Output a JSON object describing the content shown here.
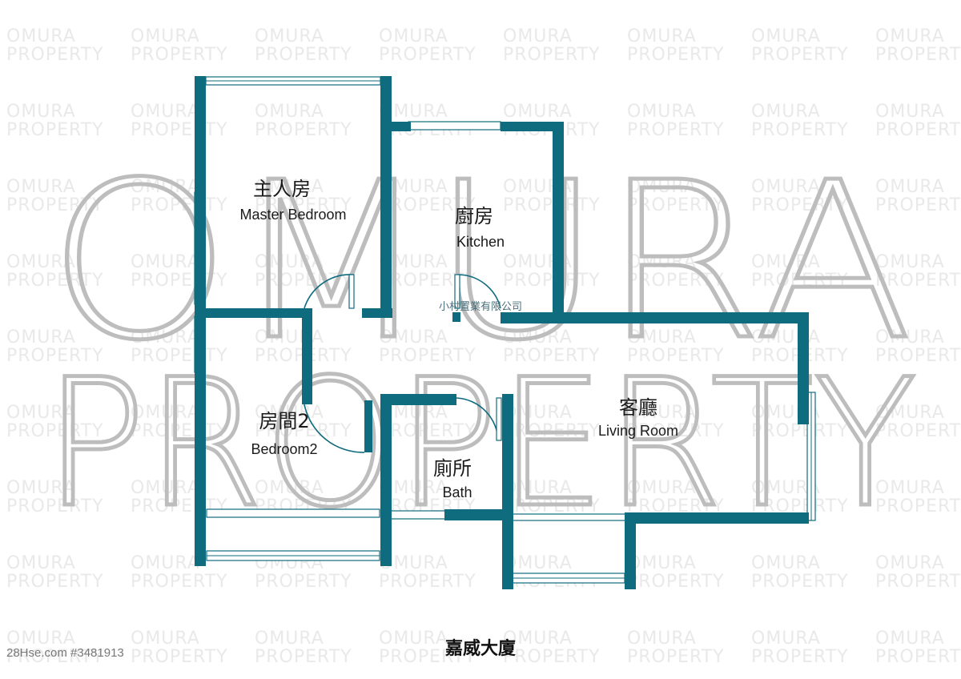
{
  "watermark": {
    "line1": "OMURA",
    "line2": "PROPERTY"
  },
  "rooms": {
    "master_bedroom": {
      "zh": "主人房",
      "en": "Master Bedroom"
    },
    "kitchen": {
      "zh": "廚房",
      "en": "Kitchen"
    },
    "bedroom2": {
      "zh": "房間2",
      "en": "Bedroom2"
    },
    "bath": {
      "zh": "廁所",
      "en": "Bath"
    },
    "living_room": {
      "zh": "客廳",
      "en": "Living Room"
    }
  },
  "company_name": "小村置業有限公司",
  "building_name": "嘉威大廈",
  "listing_ref": "28Hse.com #3481913",
  "colors": {
    "wall": "#0f6b7e",
    "watermark_big": "#bdbdbd",
    "watermark_small": "#e9e9e9"
  }
}
